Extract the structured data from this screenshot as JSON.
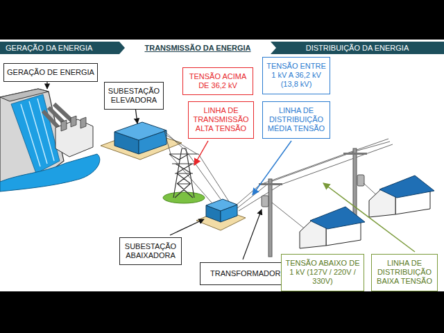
{
  "diagram": {
    "nodes": [
      {
        "text": [
          "GERAÇÃO DA ENERGIA"
        ]
      },
      {
        "text": [
          "TRANSMISSÃO DA ENERGIA"
        ]
      },
      {
        "text": [
          "DISTRIBUIÇÃO DA ENERGIA"
        ]
      },
      {
        "text": [
          "GERAÇÃO DE ENERGIA"
        ]
      },
      {
        "text": [
          "SUBESTAÇÃO ELEVADORA"
        ]
      },
      {
        "text": [
          "TENSÃO ACIMA DE 36,2 kV"
        ]
      },
      {
        "text": [
          "LINHA DE TRANSMISSÃO ALTA TENSÃO"
        ]
      },
      {
        "text": [
          "TENSÃO ENTRE 1 kV A 36,2 kV (13,8 kV)"
        ]
      },
      {
        "text": [
          "LINHA DE DISTRIBUIÇÃO MÉDIA TENSÃO"
        ]
      },
      {
        "text": [
          "SUBESTAÇÃO ABAIXADORA"
        ]
      },
      {
        "text": [
          "TRANSFORMADOR"
        ]
      },
      {
        "text": [
          "TENSÃO ABAIXO DE 1 kV (127V / 220V / 330V)"
        ]
      },
      {
        "text": [
          "LINHA DE DISTRIBUIÇÃO BAIXA TENSÃO"
        ]
      }
    ]
  }
}
